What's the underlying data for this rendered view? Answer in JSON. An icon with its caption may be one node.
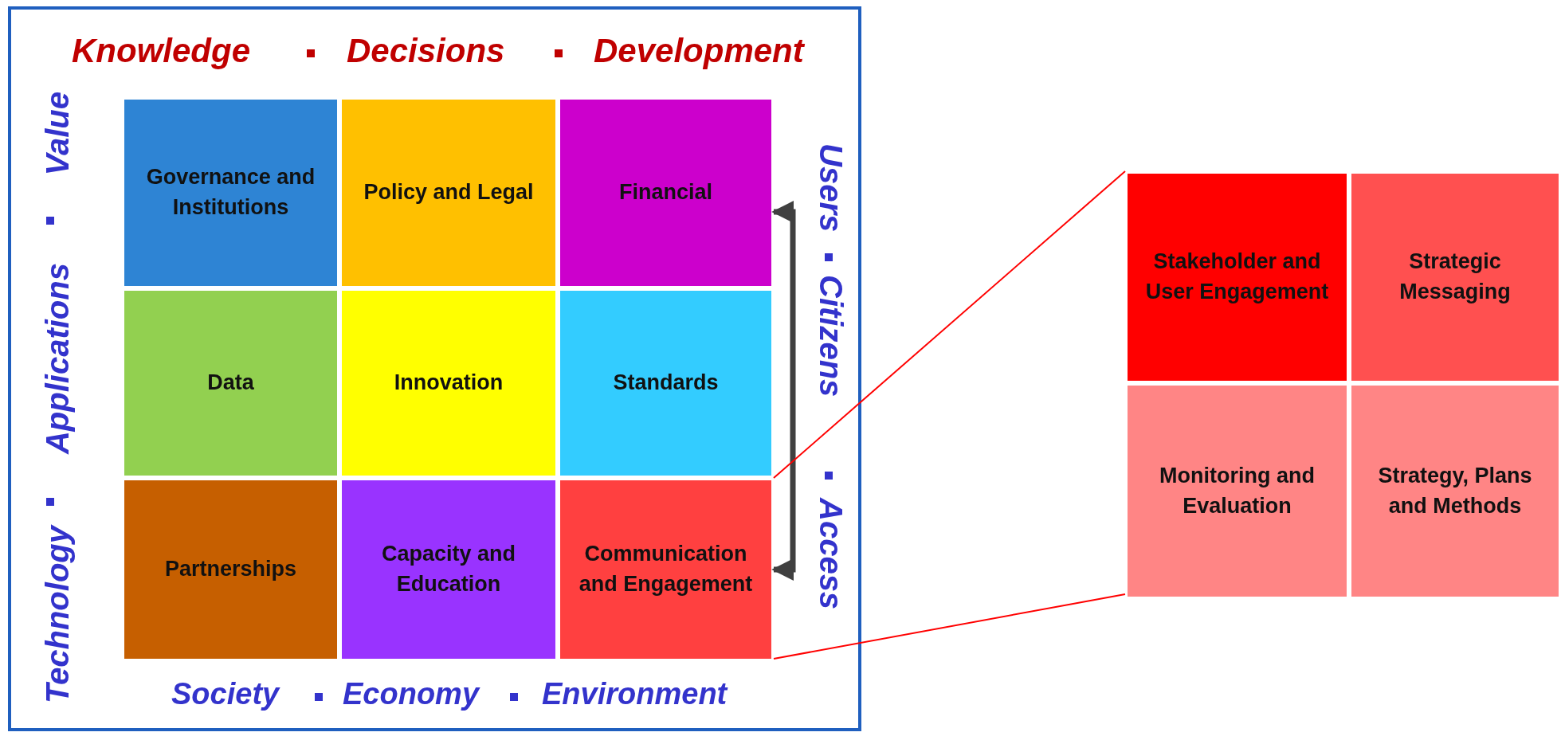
{
  "diagram": {
    "nodes": [
      {
        "text": [
          "Governance and Institutions"
        ]
      },
      {
        "text": [
          "Policy and Legal"
        ]
      },
      {
        "text": [
          "Financial"
        ]
      },
      {
        "text": [
          "Data"
        ]
      },
      {
        "text": [
          "Innovation"
        ]
      },
      {
        "text": [
          "Standards"
        ]
      },
      {
        "text": [
          "Partnerships"
        ]
      },
      {
        "text": [
          "Capacity and Education"
        ]
      },
      {
        "text": [
          "Communication and Engagement"
        ]
      },
      {
        "text": [],
        "shape": "box"
      },
      {
        "text": [
          "Stakeholder and User Engagement"
        ],
        "in": 9
      },
      {
        "text": [
          "Strategic Messaging"
        ],
        "in": 9
      },
      {
        "text": [
          "Monitoring and Evaluation"
        ],
        "in": 9
      },
      {
        "text": [
          "Strategy, Plans and Methods"
        ],
        "in": 9
      }
    ],
    "edges": [
      {
        "from": 2,
        "to": 8,
        "arrow": "both",
        "style": "thick",
        "color": "#404040"
      },
      {
        "from": 8,
        "to": 9,
        "arrow": "none",
        "color": "#ff0000"
      },
      {
        "from": 8,
        "to": 9,
        "arrow": "none",
        "color": "#ff0000"
      }
    ],
    "labels": [
      "Knowledge",
      "Decisions",
      "Development",
      "Technology",
      "Applications",
      "Value",
      "Users",
      "Citizens",
      "Access",
      "Society",
      "Economy",
      "Environment"
    ]
  }
}
